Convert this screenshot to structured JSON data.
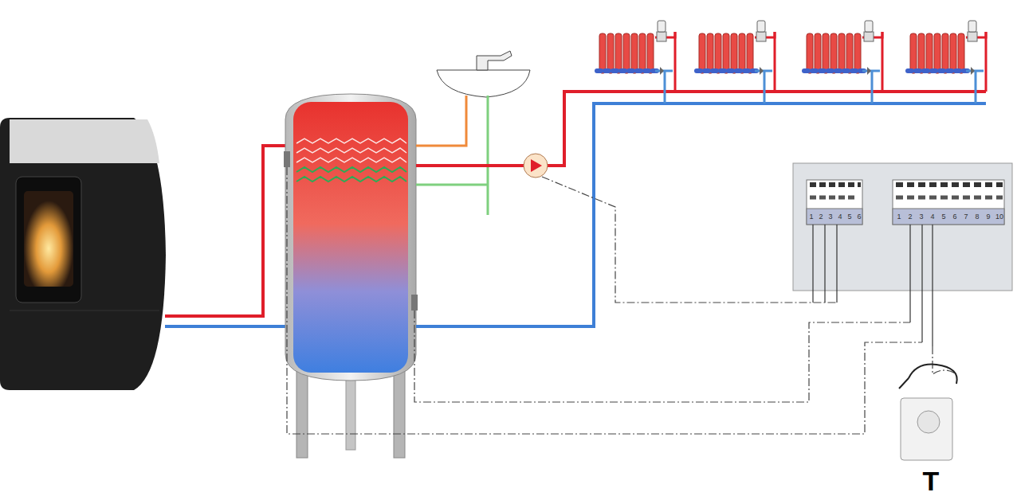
{
  "diagram": {
    "labels": [
      "1",
      "2",
      "3",
      "4",
      "5",
      "6",
      "1",
      "2",
      "3",
      "4",
      "5",
      "6",
      "7",
      "8",
      "9",
      "10",
      "T"
    ]
  }
}
